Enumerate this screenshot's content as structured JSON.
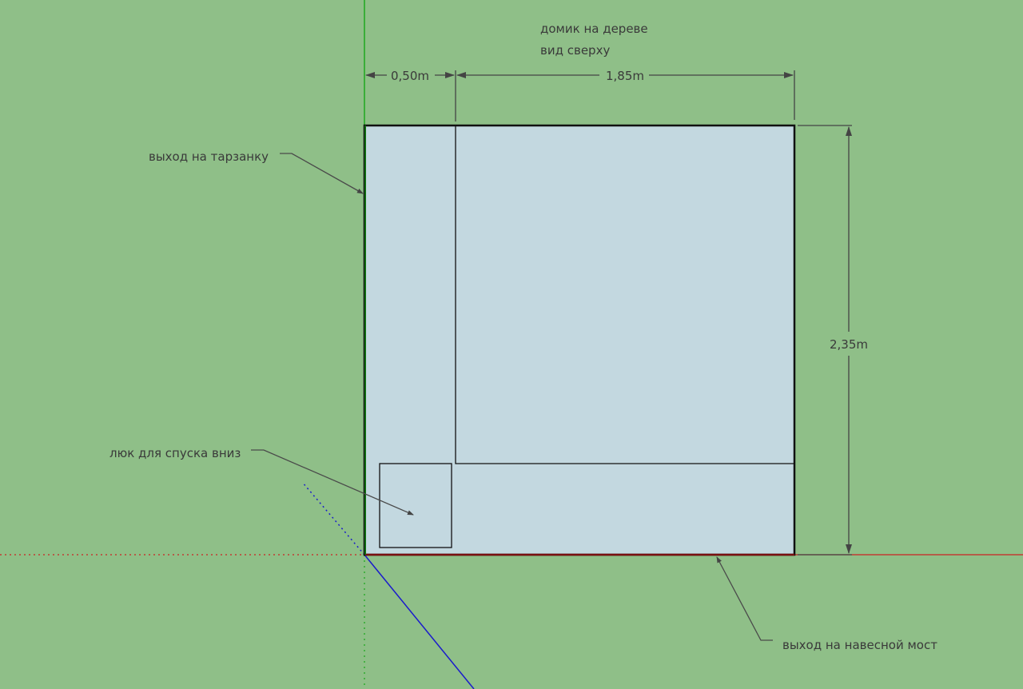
{
  "title": {
    "line1": "домик на дереве",
    "line2": "вид сверху"
  },
  "dimensions": {
    "left_width": "0,50m",
    "right_width": "1,85m",
    "height": "2,35m"
  },
  "labels": {
    "swing_exit": "выход на тарзанку",
    "hatch": "люк для спуска вниз",
    "bridge_exit": "выход на навесной мост"
  },
  "colors": {
    "background": "#8fbf88",
    "floor": "#c3d8e0",
    "x_axis": "#cc2222",
    "y_axis": "#1fa81f",
    "z_axis": "#1a1acc"
  }
}
